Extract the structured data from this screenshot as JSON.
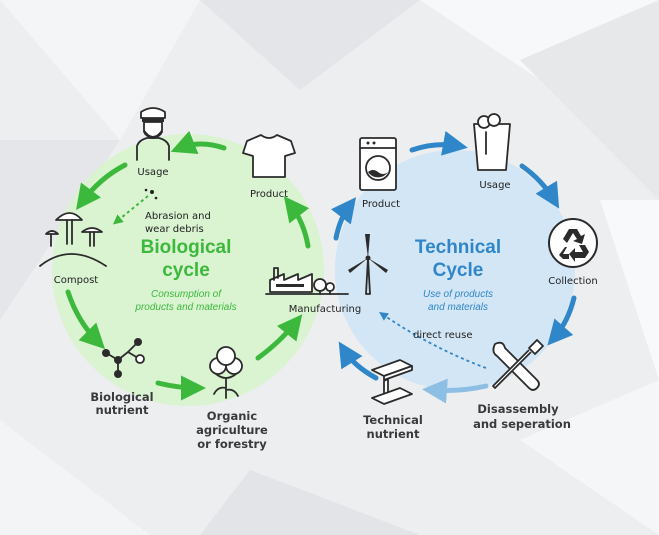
{
  "biological": {
    "title_line1": "Biological",
    "title_line2": "cycle",
    "subtitle_line1": "Consumption of",
    "subtitle_line2": "products and materials",
    "usage": "Usage",
    "product": "Product",
    "abrasion_line1": "Abrasion and",
    "abrasion_line2": "wear debris",
    "compost": "Compost",
    "nutrient_line1": "Biological",
    "nutrient_line2": "nutrient",
    "agri_line1": "Organic",
    "agri_line2": "agriculture",
    "agri_line3": "or forestry",
    "color": "#3cb93c"
  },
  "technical": {
    "title_line1": "Technical",
    "title_line2": "Cycle",
    "subtitle_line1": "Use of products",
    "subtitle_line2": "and materials",
    "product": "Product",
    "usage": "Usage",
    "collection": "Collection",
    "disassembly_line1": "Disassembly",
    "disassembly_line2": "and seperation",
    "nutrient_line1": "Technical",
    "nutrient_line2": "nutrient",
    "direct_reuse": "direct reuse",
    "color": "#2f86c8"
  },
  "center": {
    "manufacturing": "Manufacturing"
  },
  "icons": [
    "person-icon",
    "tshirt-icon",
    "mushroom-icon",
    "molecule-icon",
    "cotton-plant-icon",
    "factory-icon",
    "wind-turbine-icon",
    "washing-machine-icon",
    "bucket-icon",
    "recycle-icon",
    "wrench-screwdriver-icon",
    "steel-beam-icon"
  ]
}
